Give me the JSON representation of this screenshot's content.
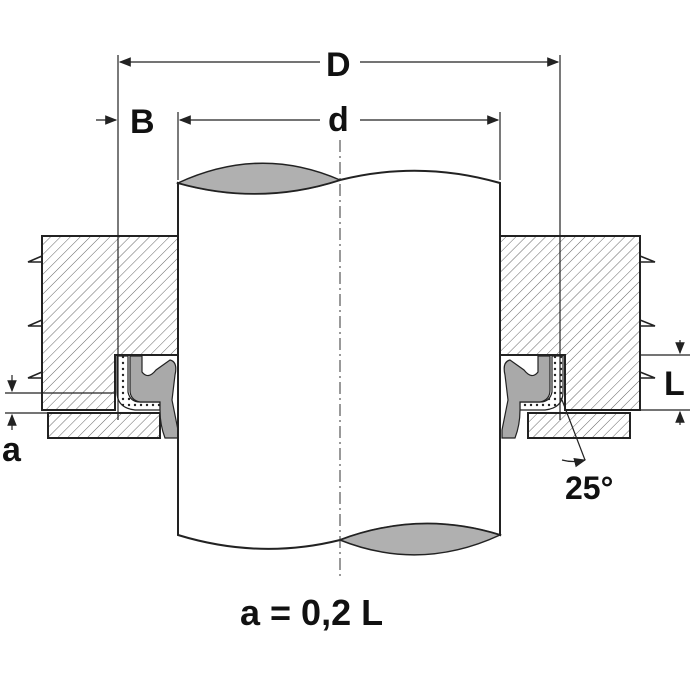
{
  "labels": {
    "outer_diameter": "D",
    "width": "B",
    "shaft_diameter": "d",
    "length": "L",
    "offset": "a",
    "angle": "25°",
    "formula": "a = 0,2 L"
  },
  "colors": {
    "line": "#222222",
    "seal": "#a9a9a9",
    "hatch": "#555555",
    "shaft_cut": "#b0b0b0"
  }
}
